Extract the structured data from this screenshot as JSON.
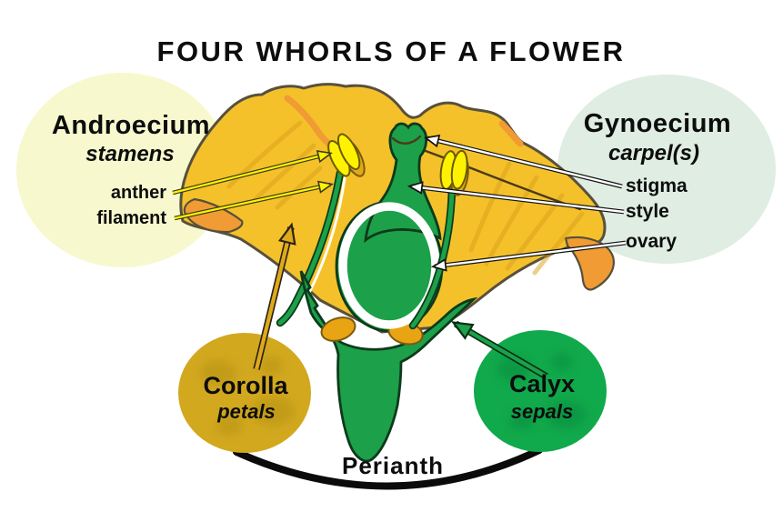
{
  "title": "FOUR WHORLS OF A FLOWER",
  "whorls": {
    "androecium": {
      "name": "Androecium",
      "subtitle": "stamens",
      "parts": [
        {
          "label": "anther"
        },
        {
          "label": "filament"
        }
      ]
    },
    "gynoecium": {
      "name": "Gynoecium",
      "subtitle": "carpel(s)",
      "parts": [
        {
          "label": "stigma"
        },
        {
          "label": "style"
        },
        {
          "label": "ovary"
        }
      ]
    },
    "corolla": {
      "name": "Corolla",
      "subtitle": "petals"
    },
    "calyx": {
      "name": "Calyx",
      "subtitle": "sepals"
    }
  },
  "perianth": {
    "label": "Perianth"
  },
  "icons": [
    {
      "name": "label-arrow",
      "style": "straight line with triangular head"
    },
    {
      "name": "perianth-bracket",
      "style": "downward curved black brace"
    }
  ],
  "colors": {
    "petal-gold": "#F4C12A",
    "petal-orange": "#F09B33",
    "flower-green": "#1CA04A",
    "outline-dark": "#57503C",
    "green-outline": "#0D3A1B",
    "anther-yellow": "#FFF200",
    "anther-gold": "#DFA918",
    "circle-androecium": "#F8F8CE",
    "circle-gynoecium": "#DFEDE2",
    "circle-corolla": "#D2A81E",
    "circle-calyx": "#10A94B",
    "arrow-yellow": "#FFF200",
    "arrow-white": "#FFFFFF",
    "arrow-gold": "#DFA91C",
    "arrow-green": "#1CA04A",
    "text": "#0D0D0D"
  }
}
